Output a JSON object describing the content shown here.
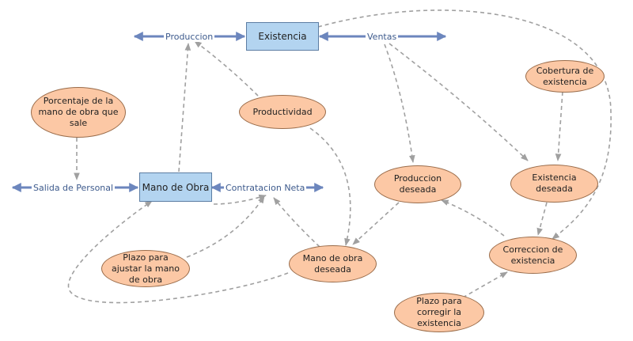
{
  "stocks": {
    "existencia": "Existencia",
    "mano_de_obra": "Mano de Obra"
  },
  "flows": {
    "produccion": "Produccion",
    "ventas": "Ventas",
    "salida_de_personal": "Salida de Personal",
    "contratacion_neta": "Contratacion Neta"
  },
  "auxiliaries": {
    "porcentaje_mano_obra_sale": "Porcentaje de la mano de obra que sale",
    "productividad": "Productividad",
    "produccion_deseada": "Produccion deseada",
    "cobertura_de_existencia": "Cobertura de existencia",
    "existencia_deseada": "Existencia deseada",
    "mano_de_obra_deseada": "Mano de obra deseada",
    "correccion_de_existencia": "Correccion de existencia",
    "plazo_ajustar_mano_obra": "Plazo para ajustar la mano de obra",
    "plazo_corregir_existencia": "Plazo para corregir la existencia"
  },
  "colors": {
    "stock_fill": "#b3d4f0",
    "aux_fill": "#fcc8a5",
    "flow_arrow": "#6c86bd",
    "link": "#a0a0a0"
  }
}
